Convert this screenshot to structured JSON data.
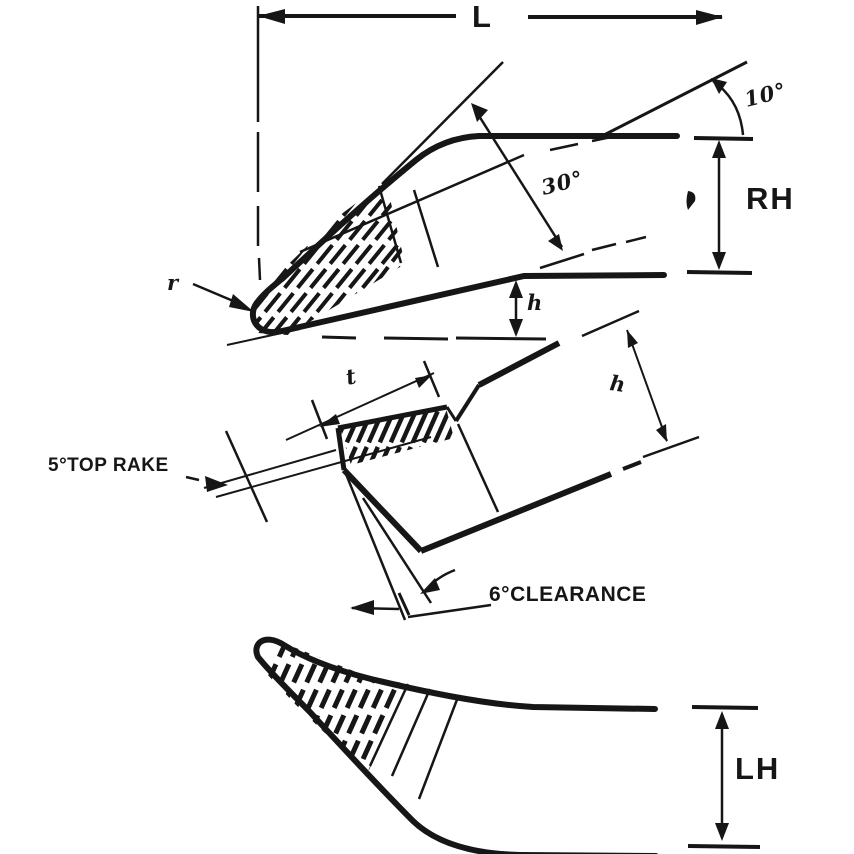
{
  "diagram": {
    "type": "engineering-drawing",
    "subject": "Lathe cutting tool bit geometry, right-hand and left-hand versions",
    "colors": {
      "ink": "#161616",
      "paper": "#ffffff"
    },
    "labels": {
      "overall_length": "L",
      "end_cutting_edge_angle": "10°",
      "right_hand": "RH",
      "side_cutting_edge_angle": "30°",
      "nose_radius": "r",
      "tip_height": "h",
      "tip_thickness": "t",
      "shank_height": "h",
      "top_rake": "5°TOP RAKE",
      "clearance": "6°CLEARANCE",
      "left_hand": "LH"
    }
  }
}
